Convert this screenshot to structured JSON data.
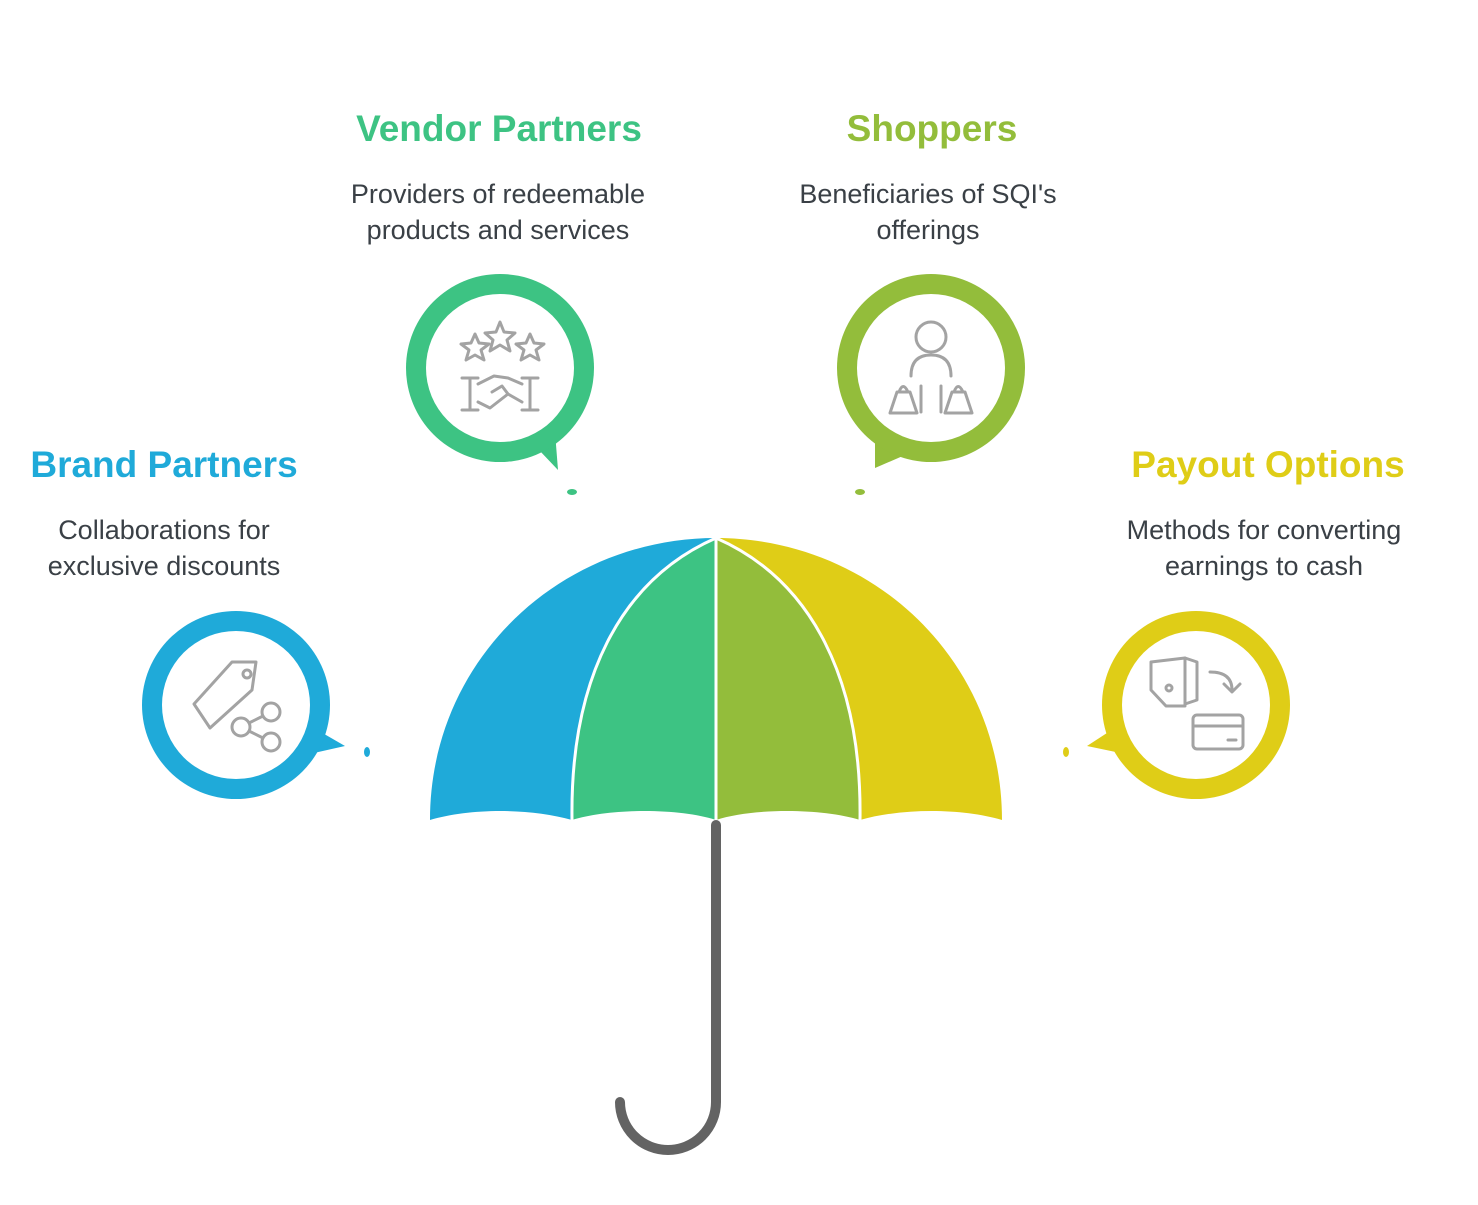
{
  "segments": [
    {
      "id": "brand",
      "title": "Brand Partners",
      "description": [
        "Collaborations for",
        "exclusive discounts"
      ],
      "color": "#1faad9",
      "icon": "tag-share-icon"
    },
    {
      "id": "vendor",
      "title": "Vendor Partners",
      "description": [
        "Providers of redeemable",
        "products and services"
      ],
      "color": "#3dc383",
      "icon": "handshake-stars-icon"
    },
    {
      "id": "shoppers",
      "title": "Shoppers",
      "description": [
        "Beneficiaries of SQI's",
        "offerings"
      ],
      "color": "#93bd3b",
      "icon": "shopper-bags-icon"
    },
    {
      "id": "payout",
      "title": "Payout Options",
      "description": [
        "Methods for converting",
        "earnings to cash"
      ],
      "color": "#dfcd17",
      "icon": "wallet-card-transfer-icon"
    }
  ],
  "colors": {
    "handle": "#636363",
    "icon_stroke": "#a3a3a3",
    "text": "#3a4046"
  }
}
